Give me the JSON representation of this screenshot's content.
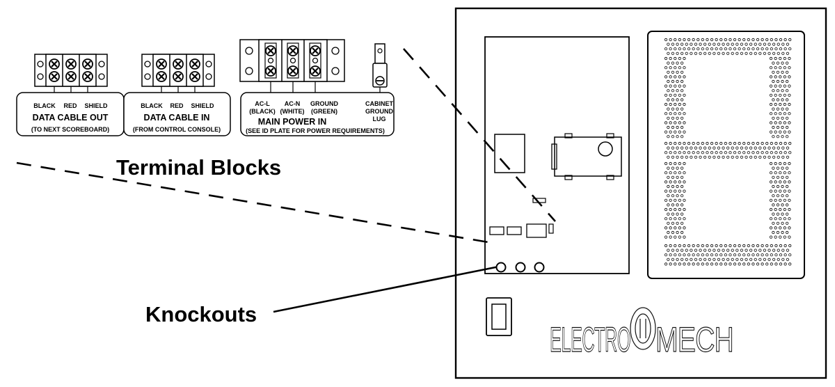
{
  "callouts": {
    "terminal_blocks": "Terminal Blocks",
    "knockouts": "Knockouts"
  },
  "blocks": {
    "data_out": {
      "wires": [
        "BLACK",
        "RED",
        "SHIELD"
      ],
      "title": "DATA CABLE OUT",
      "note": "(TO NEXT SCOREBOARD)"
    },
    "data_in": {
      "wires": [
        "BLACK",
        "RED",
        "SHIELD"
      ],
      "title": "DATA CABLE IN",
      "note": "(FROM CONTROL CONSOLE)"
    },
    "power": {
      "acl": [
        "AC-L",
        "(BLACK)"
      ],
      "acn": [
        "AC-N",
        "(WHITE)"
      ],
      "ground": [
        "GROUND",
        "(GREEN)"
      ],
      "lug": [
        "CABINET",
        "GROUND",
        "LUG"
      ],
      "title": "MAIN POWER IN",
      "note": "(SEE ID PLATE FOR POWER REQUIREMENTS)"
    }
  },
  "logo": {
    "left": "ELECTRO",
    "right": "MECH"
  }
}
